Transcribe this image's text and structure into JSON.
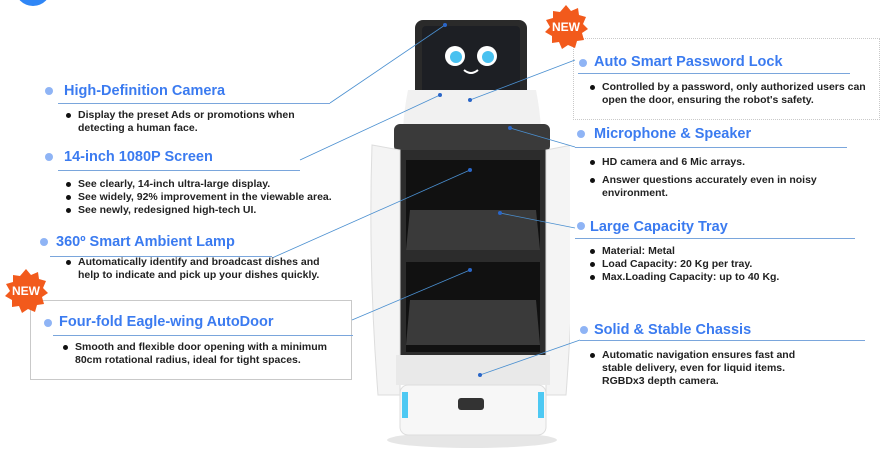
{
  "new_badge": "NEW",
  "colors": {
    "accent": "#3b7bf0",
    "badge": "#f25a1c"
  },
  "features": {
    "camera": {
      "title": "High-Definition Camera",
      "items": [
        "Display the preset Ads or promotions when detecting a human face."
      ]
    },
    "screen": {
      "title": "14-inch 1080P Screen",
      "items": [
        "See clearly, 14-inch ultra-large display.",
        "See widely, 92% improvement in the viewable area.",
        "See newly, redesigned high-tech UI."
      ]
    },
    "lamp": {
      "title": "360º Smart Ambient Lamp",
      "items": [
        "Automatically identify and broadcast dishes and help to indicate and pick up your dishes quickly."
      ]
    },
    "door": {
      "title": "Four-fold Eagle-wing AutoDoor",
      "items": [
        "Smooth and flexible door opening with a minimum 80cm rotational radius, ideal for tight spaces."
      ]
    },
    "lock": {
      "title": "Auto Smart Password Lock",
      "items": [
        "Controlled by a password, only authorized users can open the door, ensuring the robot's  safety."
      ]
    },
    "mic": {
      "title": "Microphone & Speaker",
      "items": [
        "HD camera and 6 Mic arrays.",
        "Answer questions accurately even in noisy environment."
      ]
    },
    "tray": {
      "title": "Large Capacity Tray",
      "items": [
        "Material: Metal",
        "Load Capacity: 20 Kg per tray.",
        "Max.Loading Capacity: up to 40 Kg."
      ]
    },
    "chassis": {
      "title": "Solid & Stable Chassis",
      "items": [
        "Automatic navigation ensures fast and stable delivery, even for liquid items.",
        "RGBDx3 depth camera."
      ]
    }
  }
}
